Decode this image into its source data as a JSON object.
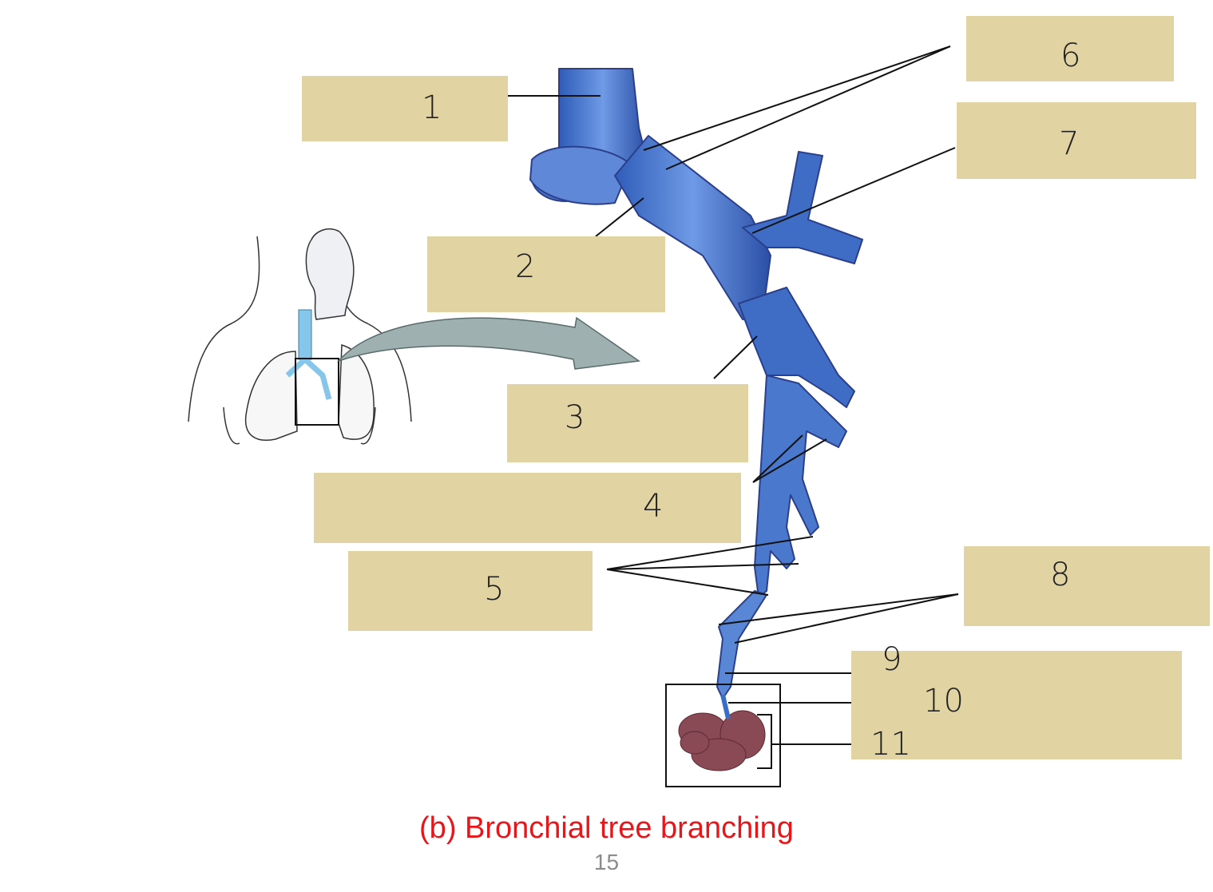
{
  "labels": {
    "l1": "1",
    "l2": "2",
    "l3": "3",
    "l4": "4",
    "l5": "5",
    "l6": "6",
    "l7": "7",
    "l8": "8",
    "l9": "9",
    "l10": "10",
    "l11": "11"
  },
  "caption": "(b) Bronchial tree branching",
  "page_number": "15",
  "colors": {
    "label_background": "#e2d3a3",
    "bronchial_tree": "#3a6fc8",
    "bronchial_outline": "#2b3f8a",
    "alveoli": "#8a4a55",
    "caption": "#e8161b",
    "arrow": "#9fb0b0"
  }
}
